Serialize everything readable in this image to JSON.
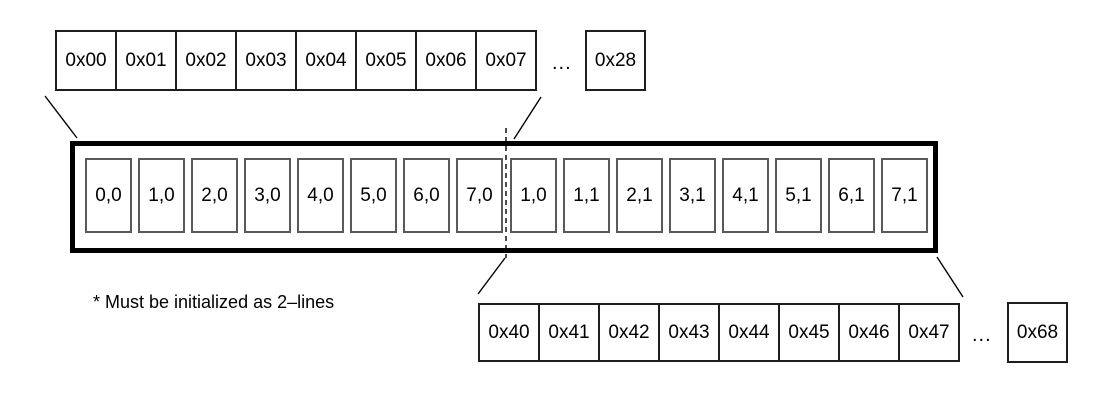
{
  "colors": {
    "background": "#ffffff",
    "line": "#000000",
    "outer_cell_border": "#1f1f1f",
    "inner_cell_border": "#595959",
    "thick_border": "#000000"
  },
  "top_row": {
    "cells": [
      "0x00",
      "0x01",
      "0x02",
      "0x03",
      "0x04",
      "0x05",
      "0x06",
      "0x07"
    ],
    "ellipsis": "...",
    "last_cell": "0x28"
  },
  "buffer": {
    "left_cells": [
      "0,0",
      "1,0",
      "2,0",
      "3,0",
      "4,0",
      "5,0",
      "6,0",
      "7,0"
    ],
    "right_cells": [
      "1,0",
      "1,1",
      "2,1",
      "3,1",
      "4,1",
      "5,1",
      "6,1",
      "7,1"
    ]
  },
  "bottom_row": {
    "cells": [
      "0x40",
      "0x41",
      "0x42",
      "0x43",
      "0x44",
      "0x45",
      "0x46",
      "0x47"
    ],
    "ellipsis": "...",
    "last_cell": "0x68"
  },
  "footnote": "* Must be initialized as 2–lines"
}
